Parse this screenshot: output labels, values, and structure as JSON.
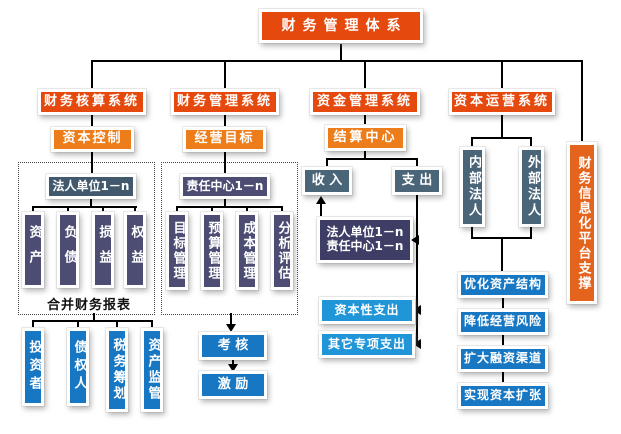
{
  "title": "财务管理体系",
  "colors": {
    "level1_red": "#E6490D",
    "sub_orange": "#ED7D1A",
    "platform_orange": "#E4641E",
    "slate_purple": "#4D4D73",
    "steel_blue": "#4A6478",
    "steel_blue_dark": "#41586D",
    "indigo": "#3D3D66",
    "blue": "#1877C2",
    "light_blue": "#2095D8",
    "connector": "#000000"
  },
  "branches": {
    "accounting": {
      "header": "财务核算系统",
      "sub": "资本控制",
      "legal_unit": "法人单位1－n",
      "items": [
        "资产",
        "负债",
        "损益",
        "权益"
      ],
      "report": "合并财务报表",
      "stakeholders": [
        "投资者",
        "债权人",
        "税务筹划",
        "资产监管"
      ]
    },
    "management": {
      "header": "财务管理系统",
      "sub": "经营目标",
      "center": "责任中心1－n",
      "items": [
        "目标管理",
        "预算管理",
        "成本管理",
        "分析评估"
      ],
      "steps": [
        "考 核",
        "激 励"
      ]
    },
    "funds": {
      "header": "资金管理系统",
      "sub": "结算中心",
      "income": "收 入",
      "expense": "支 出",
      "combo_line1": "法人单位1－n",
      "combo_line2": "责任中心1－n",
      "capital_expense": "资本性支出",
      "other_expense": "其它专项支出"
    },
    "capital": {
      "header": "资本运营系统",
      "internal": "内部法人",
      "external": "外部法人",
      "goals": [
        "优化资产结构",
        "降低经营风险",
        "扩大融资渠道",
        "实现资本扩张"
      ]
    }
  },
  "platform": "财务信息化平台支撑"
}
